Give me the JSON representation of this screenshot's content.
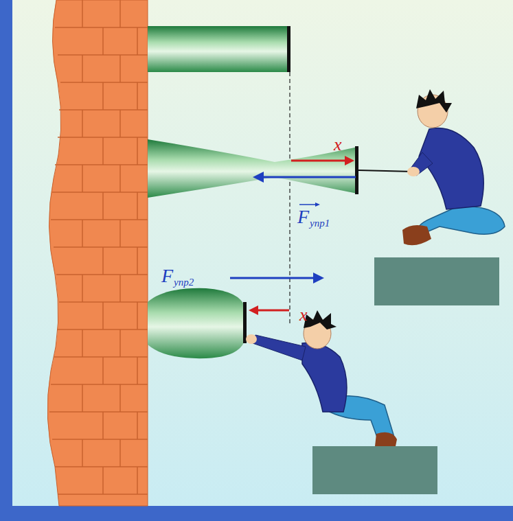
{
  "diagram": {
    "labels": [
      "x",
      "F",
      "упр1",
      "F",
      "упр2",
      "x"
    ]
  }
}
